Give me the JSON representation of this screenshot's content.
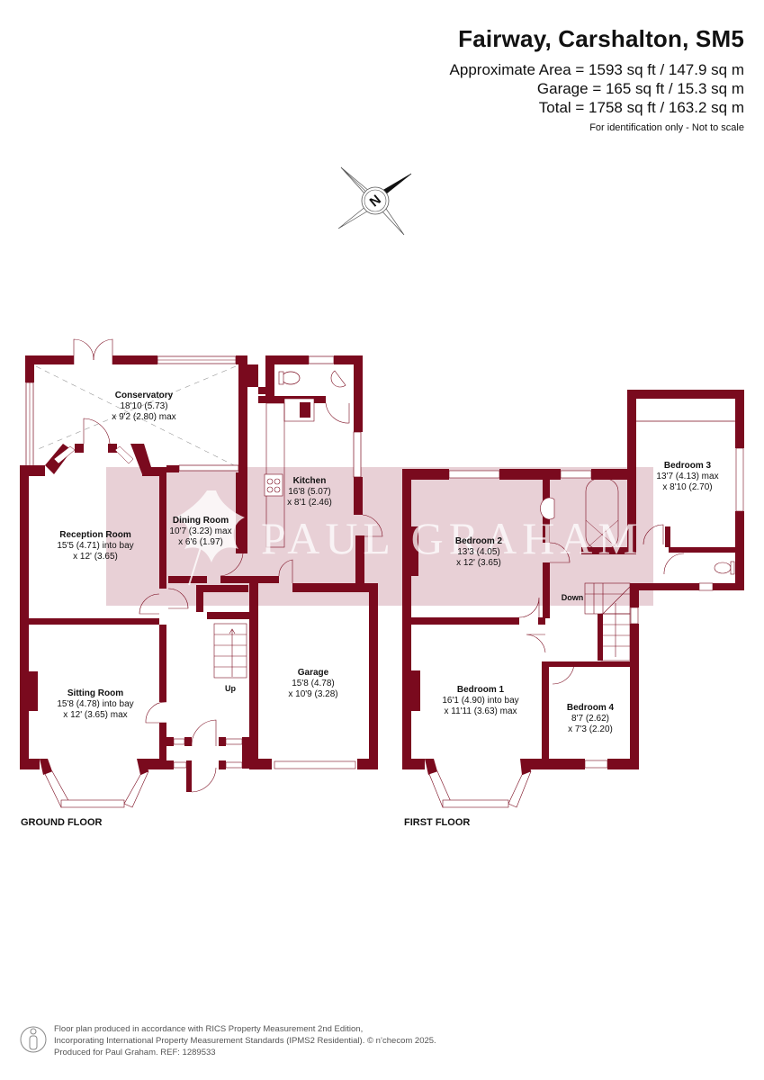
{
  "header": {
    "title": "Fairway, Carshalton, SM5",
    "approx_area": "Approximate Area = 1593 sq ft / 147.9 sq m",
    "garage_area": "Garage = 165 sq ft / 15.3 sq m",
    "total_area": "Total = 1758 sq ft / 163.2 sq m",
    "note": "For identification only - Not to scale"
  },
  "compass": {
    "icon": "compass-north-icon",
    "letter": "N"
  },
  "colors": {
    "wall": "#7a0a1e",
    "watermark_band": "#e8d0d6",
    "text": "#111111"
  },
  "watermark": {
    "text": "PAUL GRAHAM"
  },
  "ground_floor": {
    "label": "GROUND FLOOR",
    "rooms": [
      {
        "name": "Conservatory",
        "dim1": "18'10 (5.73)",
        "dim2": "x 9'2 (2.80) max"
      },
      {
        "name": "Reception Room",
        "dim1": "15'5 (4.71) into bay",
        "dim2": "x 12' (3.65)"
      },
      {
        "name": "Dining Room",
        "dim1": "10'7 (3.23) max",
        "dim2": "x 6'6 (1.97)"
      },
      {
        "name": "Kitchen",
        "dim1": "16'8 (5.07)",
        "dim2": "x 8'1 (2.46)"
      },
      {
        "name": "Sitting Room",
        "dim1": "15'8 (4.78) into bay",
        "dim2": "x 12' (3.65) max"
      },
      {
        "name": "Garage",
        "dim1": "15'8 (4.78)",
        "dim2": "x 10'9 (3.28)"
      }
    ],
    "stairs_label": "Up"
  },
  "first_floor": {
    "label": "FIRST FLOOR",
    "rooms": [
      {
        "name": "Bedroom 2",
        "dim1": "13'3 (4.05)",
        "dim2": "x 12' (3.65)"
      },
      {
        "name": "Bedroom 3",
        "dim1": "13'7 (4.13) max",
        "dim2": "x 8'10 (2.70)"
      },
      {
        "name": "Bedroom 1",
        "dim1": "16'1 (4.90) into bay",
        "dim2": "x 11'11 (3.63) max"
      },
      {
        "name": "Bedroom 4",
        "dim1": "8'7 (2.62)",
        "dim2": "x 7'3 (2.20)"
      }
    ],
    "stairs_label": "Down"
  },
  "footer": {
    "line1": "Floor plan produced in accordance with RICS Property Measurement 2nd Edition,",
    "line2": "Incorporating International Property Measurement Standards (IPMS2 Residential).   © n’checom 2025.",
    "line3": "Produced for Paul Graham.   REF: 1289533",
    "icon": "person-icon"
  }
}
